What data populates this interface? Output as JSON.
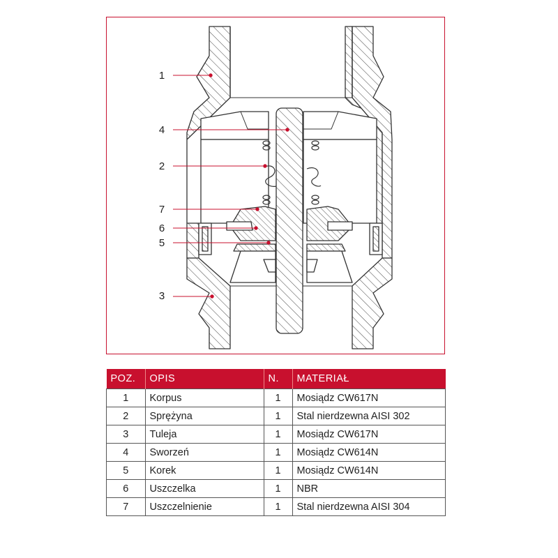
{
  "callouts": [
    "1",
    "4",
    "2",
    "7",
    "6",
    "5",
    "3"
  ],
  "table": {
    "headers": {
      "poz": "POZ.",
      "opis": "OPIS",
      "n": "N.",
      "material": "MATERIAŁ"
    },
    "rows": [
      {
        "poz": "1",
        "opis": "Korpus",
        "n": "1",
        "material": "Mosiądz CW617N"
      },
      {
        "poz": "2",
        "opis": "Sprężyna",
        "n": "1",
        "material": "Stal nierdzewna AISI 302"
      },
      {
        "poz": "3",
        "opis": "Tuleja",
        "n": "1",
        "material": "Mosiądz CW617N"
      },
      {
        "poz": "4",
        "opis": "Sworzeń",
        "n": "1",
        "material": "Mosiądz CW614N"
      },
      {
        "poz": "5",
        "opis": "Korek",
        "n": "1",
        "material": "Mosiądz CW614N"
      },
      {
        "poz": "6",
        "opis": "Uszczelka",
        "n": "1",
        "material": "NBR"
      },
      {
        "poz": "7",
        "opis": "Uszczelnienie",
        "n": "1",
        "material": "Stal nierdzewna AISI 304"
      }
    ]
  },
  "colors": {
    "accent": "#c8102e",
    "line": "#333333"
  }
}
